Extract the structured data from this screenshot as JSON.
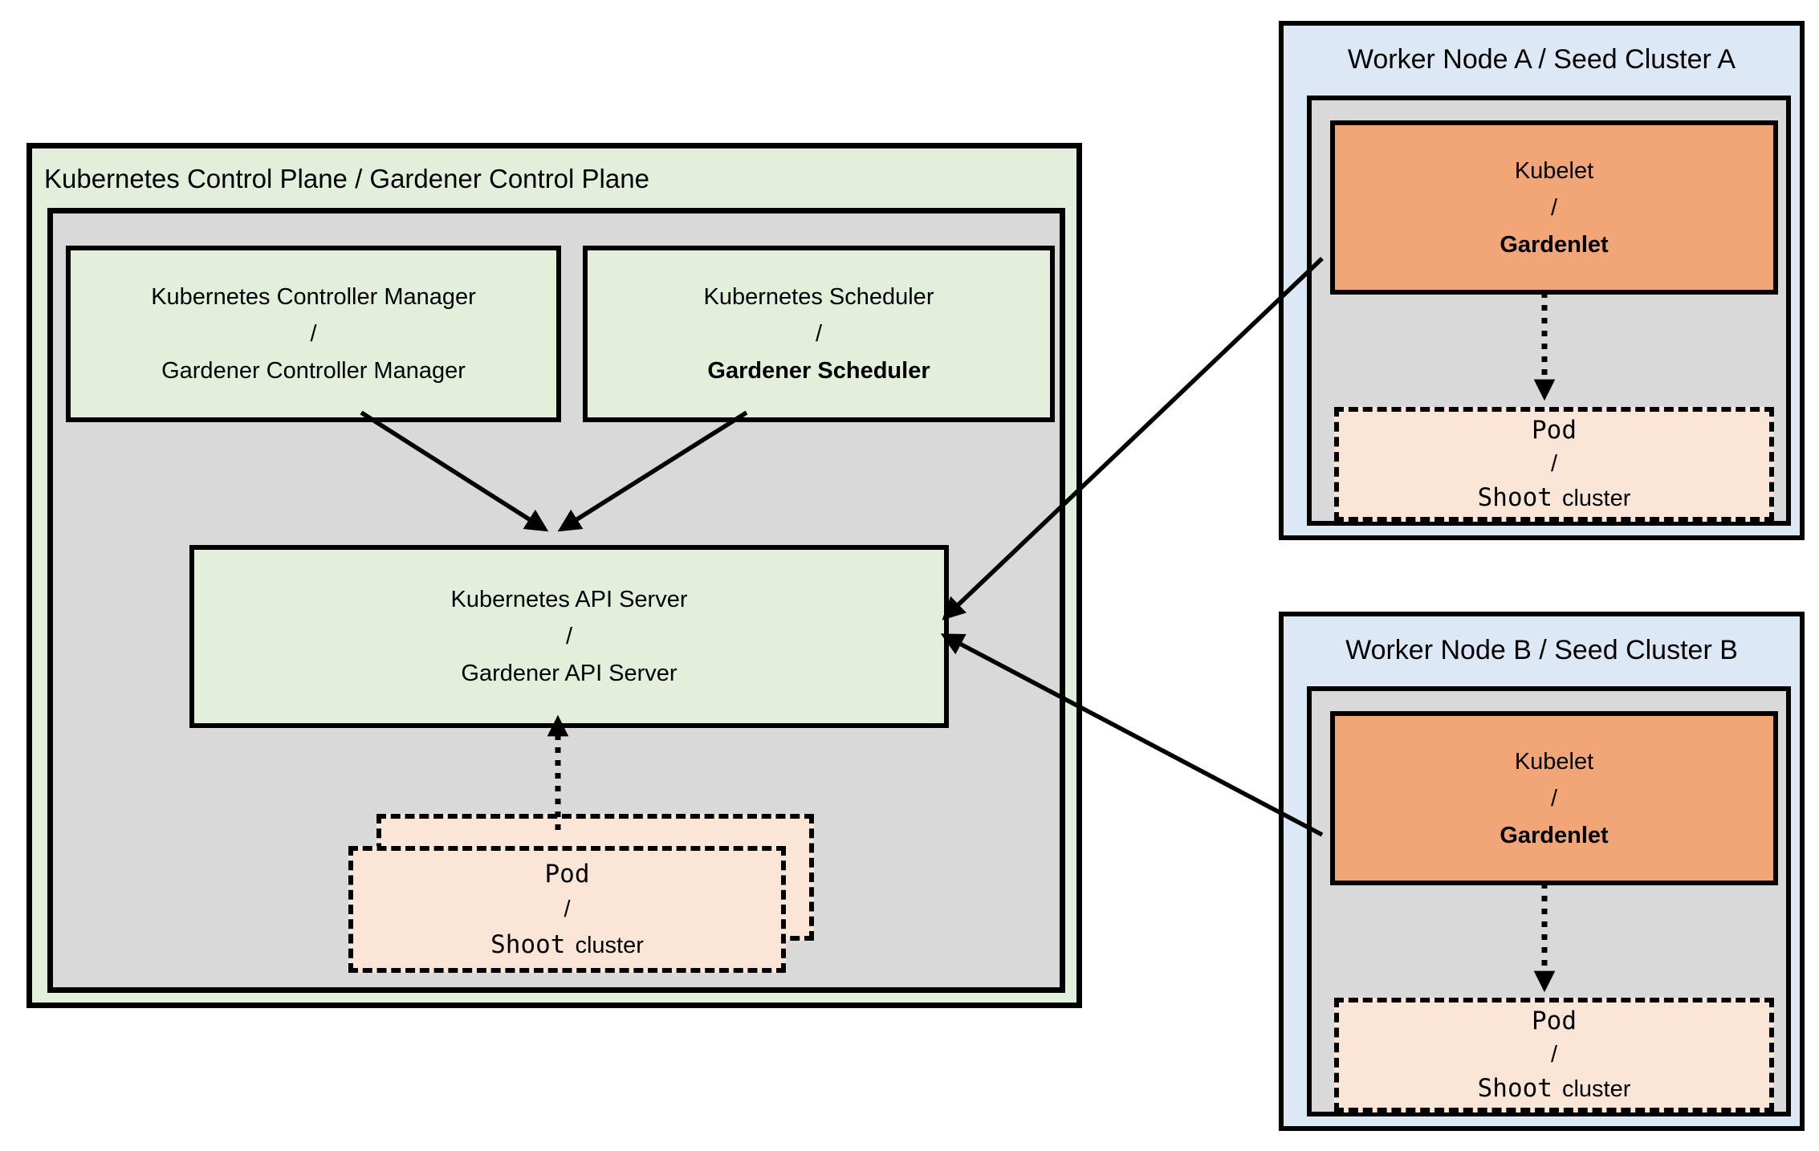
{
  "colors": {
    "green_fill": "#e2efda",
    "gray_fill": "#d9d9d9",
    "blue_fill": "#dce8f5",
    "orange_fill": "#f2a577",
    "peach_fill": "#fbe5d6",
    "line_color": "#000000"
  },
  "control_plane": {
    "title": "Kubernetes Control Plane / Gardener Control Plane",
    "controller_manager": {
      "line1": "Kubernetes Controller Manager",
      "slash": "/",
      "line2": "Gardener Controller Manager"
    },
    "scheduler": {
      "line1": "Kubernetes Scheduler",
      "slash": "/",
      "line2": "Gardener Scheduler"
    },
    "api_server": {
      "line1": "Kubernetes API Server",
      "slash": "/",
      "line2": "Gardener API Server"
    },
    "pod": {
      "line1": "Pod",
      "slash": "/",
      "shoot": "Shoot",
      "cluster": "cluster"
    }
  },
  "workers": [
    {
      "title": "Worker Node A / Seed Cluster A",
      "kubelet": {
        "line1": "Kubelet",
        "slash": "/",
        "line2": "Gardenlet"
      },
      "pod": {
        "line1": "Pod",
        "slash": "/",
        "shoot": "Shoot",
        "cluster": "cluster"
      }
    },
    {
      "title": "Worker Node B / Seed Cluster B",
      "kubelet": {
        "line1": "Kubelet",
        "slash": "/",
        "line2": "Gardenlet"
      },
      "pod": {
        "line1": "Pod",
        "slash": "/",
        "shoot": "Shoot",
        "cluster": "cluster"
      }
    }
  ]
}
